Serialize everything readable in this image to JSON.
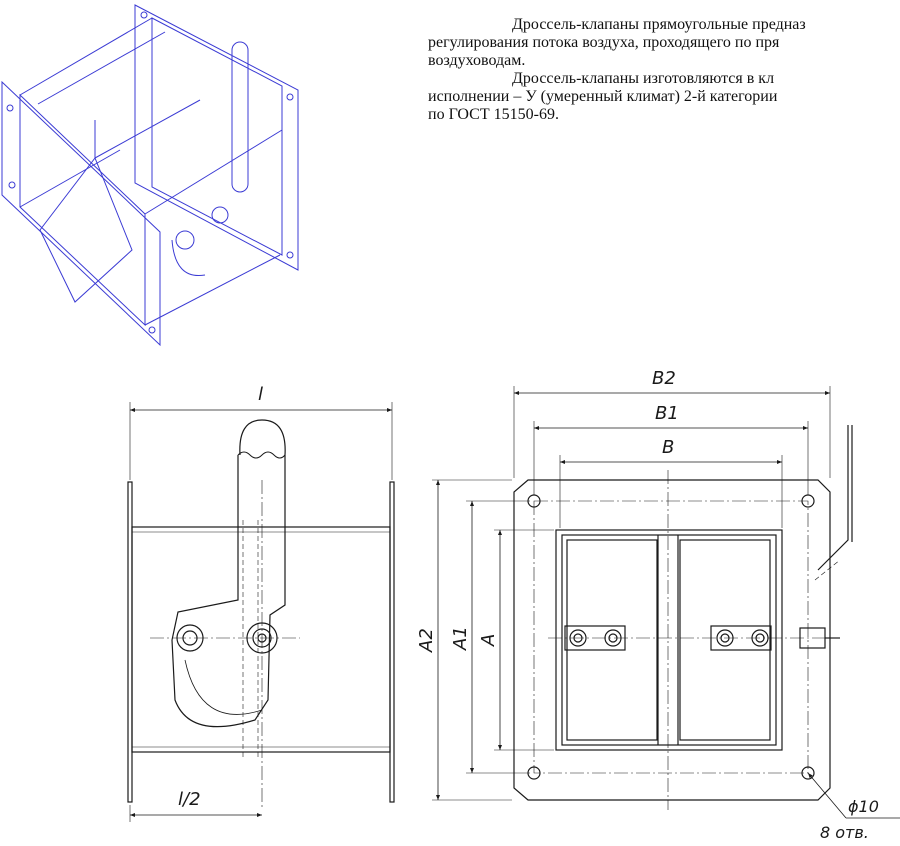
{
  "description": {
    "p1_line1": "Дроссель-клапаны   прямоугольные   предназ",
    "p1_line2": "регулирования потока воздуха, проходящего по пря",
    "p1_line3": "воздуховодам.",
    "p2_line1": "Дроссель-клапаны     изготовляются     в     кл",
    "p2_line2": "исполнении – У (умеренный климат) 2-й категории",
    "p2_line3": "по ГОСТ 15150-69."
  },
  "side_view": {
    "dim_length": "l",
    "dim_half_length": "l/2"
  },
  "front_view": {
    "dim_b2": "B2",
    "dim_b1": "B1",
    "dim_b": "B",
    "dim_a2": "A2",
    "dim_a1": "A1",
    "dim_a": "A",
    "hole_diameter": "ϕ10",
    "hole_count": "8 отв."
  },
  "colors": {
    "line": "#1a1a1a",
    "iso_line": "#3b3bd4"
  }
}
